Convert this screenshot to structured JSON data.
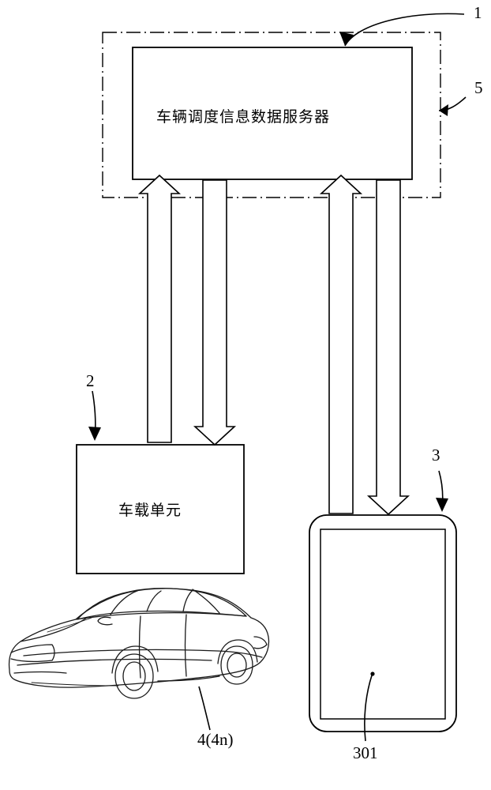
{
  "figure": {
    "title": "",
    "server_box": {
      "label": "车辆调度信息数据服务器",
      "ref": "1"
    },
    "dashdot_region": {
      "ref": "5"
    },
    "onboard_unit_box": {
      "label": "车载单元",
      "ref": "2"
    },
    "vehicle": {
      "ref": "4(4n)"
    },
    "terminal": {
      "ref": "3",
      "screen_ref": "301"
    },
    "arrows": [
      {
        "name": "onboard-unit-up-arrow",
        "direction": "up"
      },
      {
        "name": "server-to-onboard-unit-down-arrow",
        "direction": "down"
      },
      {
        "name": "terminal-up-arrow",
        "direction": "up"
      },
      {
        "name": "server-to-terminal-down-arrow",
        "direction": "down"
      }
    ],
    "colors": {
      "stroke": "#000000",
      "background": "#ffffff"
    }
  }
}
